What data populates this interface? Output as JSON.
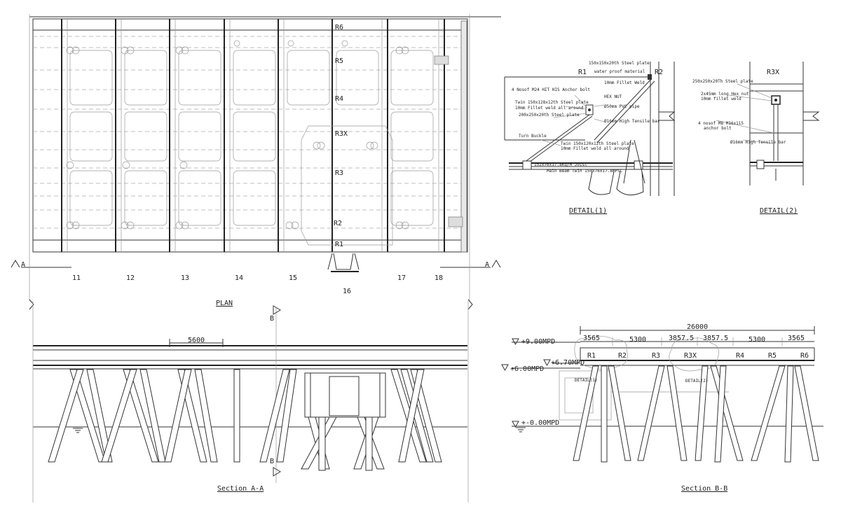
{
  "plan": {
    "title": "PLAN",
    "row_labels": [
      "R6",
      "R5",
      "R4",
      "R3X",
      "R3",
      "R2",
      "R1"
    ],
    "grid_numbers": [
      "11",
      "12",
      "13",
      "14",
      "15",
      "16",
      "17",
      "18"
    ],
    "section_marker_a": "A",
    "section_marker_b": "B"
  },
  "section_aa": {
    "title": "Section A-A",
    "dimension": "5600"
  },
  "section_bb": {
    "title": "Section B-B",
    "overall_dimension": "26000",
    "bay_dimensions": [
      "3565",
      "5300",
      "3857.5",
      "3857.5",
      "5300",
      "3565"
    ],
    "levels": [
      "+9.00MPD",
      "+6.70MPD",
      "+6.00MPD",
      "+-0.00MPD"
    ],
    "support_labels": [
      "R1",
      "R2",
      "R3",
      "R3X",
      "R4",
      "R5",
      "R6"
    ],
    "detail_callouts": [
      "DETAIL(1)",
      "DETAIL(2)"
    ]
  },
  "detail1": {
    "title": "DETAIL(1)",
    "labels": [
      "R1",
      "R2"
    ],
    "notes": [
      "150x150x20th Steel plate",
      "water proof material",
      "10mm Fillet Weld",
      "4 Nosof M24 HIT HIS Anchor bolt",
      "HEX NUT",
      "Twin 150x128x12th Steel plate",
      "10mm Fillet weld all around",
      "Ø50mm PVC pipe",
      "200x250x20th Steel plate",
      "Ø16mm High Tensile bar",
      "Turn Buckle",
      "Twin 150x120x12th Steel plate",
      "10mm Fillet weld all around",
      "152x76x17.8Kg/M Joist",
      "Main Beam Twin 150x76x17.8MPSC"
    ]
  },
  "detail2": {
    "title": "DETAIL(2)",
    "label": "R3X",
    "notes": [
      "250x250x20Th Steel plate",
      "2x45mm long Hex nut",
      "10mm fillet weld",
      "4 nosof M8 M16x115",
      "anchor bolt",
      "Ø16mm High Tensile bar"
    ]
  }
}
